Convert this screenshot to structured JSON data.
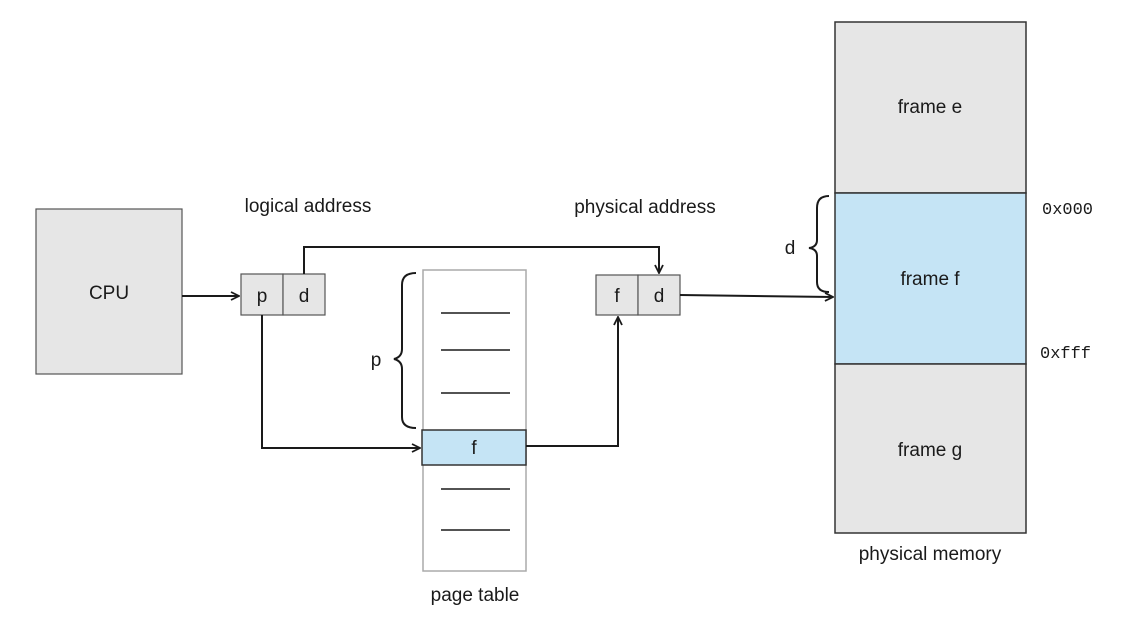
{
  "cpu": {
    "label": "CPU"
  },
  "logical_address": {
    "caption": "logical address",
    "p": "p",
    "d": "d"
  },
  "physical_address": {
    "caption": "physical address",
    "f": "f",
    "d": "d"
  },
  "page_table": {
    "caption": "page table",
    "entry_f": "f",
    "brace_p": "p"
  },
  "physical_memory": {
    "caption": "physical memory",
    "frames": [
      "frame e",
      "frame f",
      "frame g"
    ],
    "addr_start": "0x000",
    "addr_end": "0xfff",
    "brace_d": "d"
  },
  "colors": {
    "highlight": "#c5e4f5",
    "box": "#e6e6e6"
  }
}
